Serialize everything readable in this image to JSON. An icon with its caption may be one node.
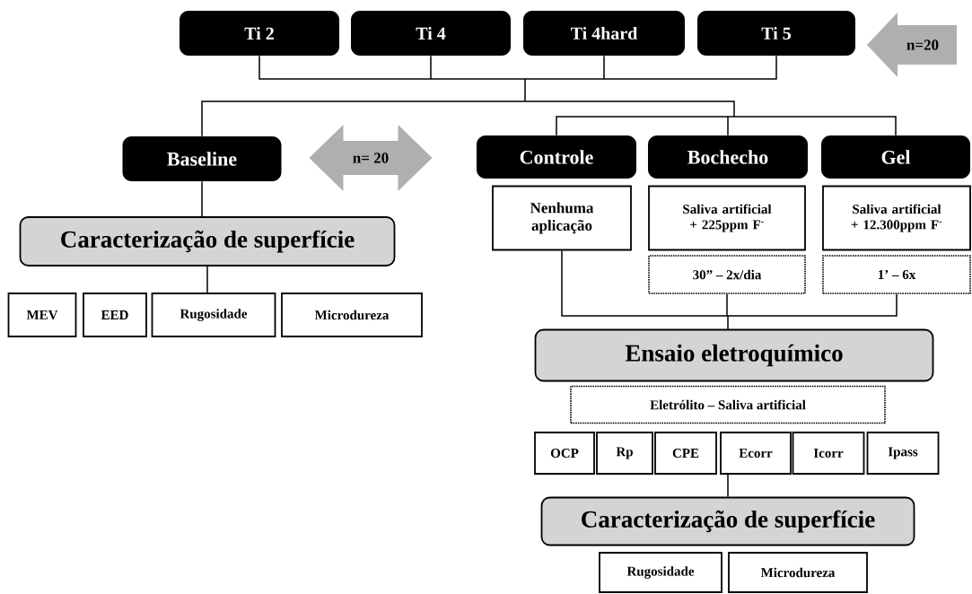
{
  "diagram": {
    "nodes": [
      {
        "text": [
          "Ti 2"
        ]
      },
      {
        "text": [
          "Ti 4"
        ]
      },
      {
        "text": [
          "Ti 4hard"
        ]
      },
      {
        "text": [
          "Ti 5"
        ]
      },
      {
        "text": [
          "n=20"
        ]
      },
      {
        "text": [
          "Baseline"
        ]
      },
      {
        "text": [
          "n= 20"
        ]
      },
      {
        "text": [
          "Controle"
        ]
      },
      {
        "text": [
          "Bochecho"
        ]
      },
      {
        "text": [
          "Gel"
        ]
      },
      {
        "text": [
          "Caracterização de superfície"
        ]
      },
      {
        "text": [
          "MEV"
        ]
      },
      {
        "text": [
          "EED"
        ]
      },
      {
        "text": [
          "Rugosidade"
        ]
      },
      {
        "text": [
          "Microdureza"
        ]
      },
      {
        "text": [
          "Nenhuma aplicação"
        ]
      },
      {
        "text": [
          "Saliva artificial + 225ppm F$^{-}$"
        ]
      },
      {
        "text": [
          "Saliva artificial + 12.300ppm F$^{-}$"
        ]
      },
      {
        "text": [
          "30” – 2x/dia"
        ]
      },
      {
        "text": [
          "1’ – 6x"
        ]
      },
      {
        "text": [
          "Ensaio eletroquímico"
        ]
      },
      {
        "text": [
          "Eletrólito – Saliva artificial"
        ]
      },
      {
        "text": [
          "OCP"
        ]
      },
      {
        "text": [
          "Rp"
        ]
      },
      {
        "text": [
          "CPE"
        ]
      },
      {
        "text": [
          "Ecorr"
        ]
      },
      {
        "text": [
          "Icorr"
        ]
      },
      {
        "text": [
          "Ipass"
        ]
      },
      {
        "text": [
          "Caracterização de superfície"
        ]
      },
      {
        "text": [
          "Rugosidade"
        ]
      },
      {
        "text": [
          "Microdureza"
        ]
      }
    ],
    "edges": [
      {
        "from": 0,
        "to": 5,
        "arrow": "none"
      },
      {
        "from": 1,
        "to": 5,
        "arrow": "none"
      },
      {
        "from": 2,
        "to": 5,
        "arrow": "none"
      },
      {
        "from": 3,
        "to": 5,
        "arrow": "none"
      },
      {
        "from": 0,
        "to": 7,
        "arrow": "none"
      },
      {
        "from": 1,
        "to": 7,
        "arrow": "none"
      },
      {
        "from": 2,
        "to": 7,
        "arrow": "none"
      },
      {
        "from": 3,
        "to": 7,
        "arrow": "none"
      },
      {
        "from": 0,
        "to": 8,
        "arrow": "none"
      },
      {
        "from": 1,
        "to": 8,
        "arrow": "none"
      },
      {
        "from": 2,
        "to": 8,
        "arrow": "none"
      },
      {
        "from": 3,
        "to": 8,
        "arrow": "none"
      },
      {
        "from": 0,
        "to": 9,
        "arrow": "none"
      },
      {
        "from": 1,
        "to": 9,
        "arrow": "none"
      },
      {
        "from": 2,
        "to": 9,
        "arrow": "none"
      },
      {
        "from": 3,
        "to": 9,
        "arrow": "none"
      },
      {
        "from": 5,
        "to": 10,
        "arrow": "none"
      },
      {
        "from": 10,
        "to": 13,
        "arrow": "none"
      },
      {
        "from": 15,
        "to": 20,
        "arrow": "none"
      },
      {
        "from": 18,
        "to": 20,
        "arrow": "none"
      },
      {
        "from": 19,
        "to": 20,
        "arrow": "none"
      },
      {
        "from": 25,
        "to": 28,
        "arrow": "none"
      }
    ]
  }
}
